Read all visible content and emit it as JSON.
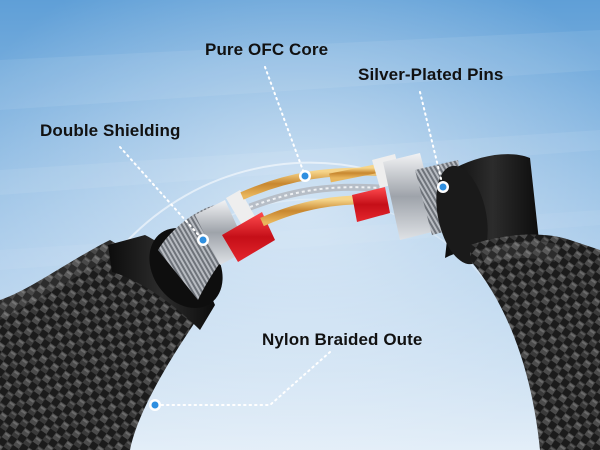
{
  "labels": {
    "core": "Pure OFC Core",
    "pins": "Silver-Plated Pins",
    "shielding": "Double Shielding",
    "braid": "Nylon Braided Oute"
  },
  "colors": {
    "sky_top": "#5f9fd7",
    "sky_bottom": "#e3eef8",
    "braid_dark": "#1b1b1b",
    "braid_light": "#5a5a5a",
    "collar": "#141414",
    "copper": "#d9a24a",
    "copper_highlight": "#f6d58a",
    "red_insulation": "#d8141d",
    "silver": "#c9ccd1",
    "marker": "#2f8fe0"
  },
  "icons": {
    "callout_marker": "blue-dot-marker"
  }
}
